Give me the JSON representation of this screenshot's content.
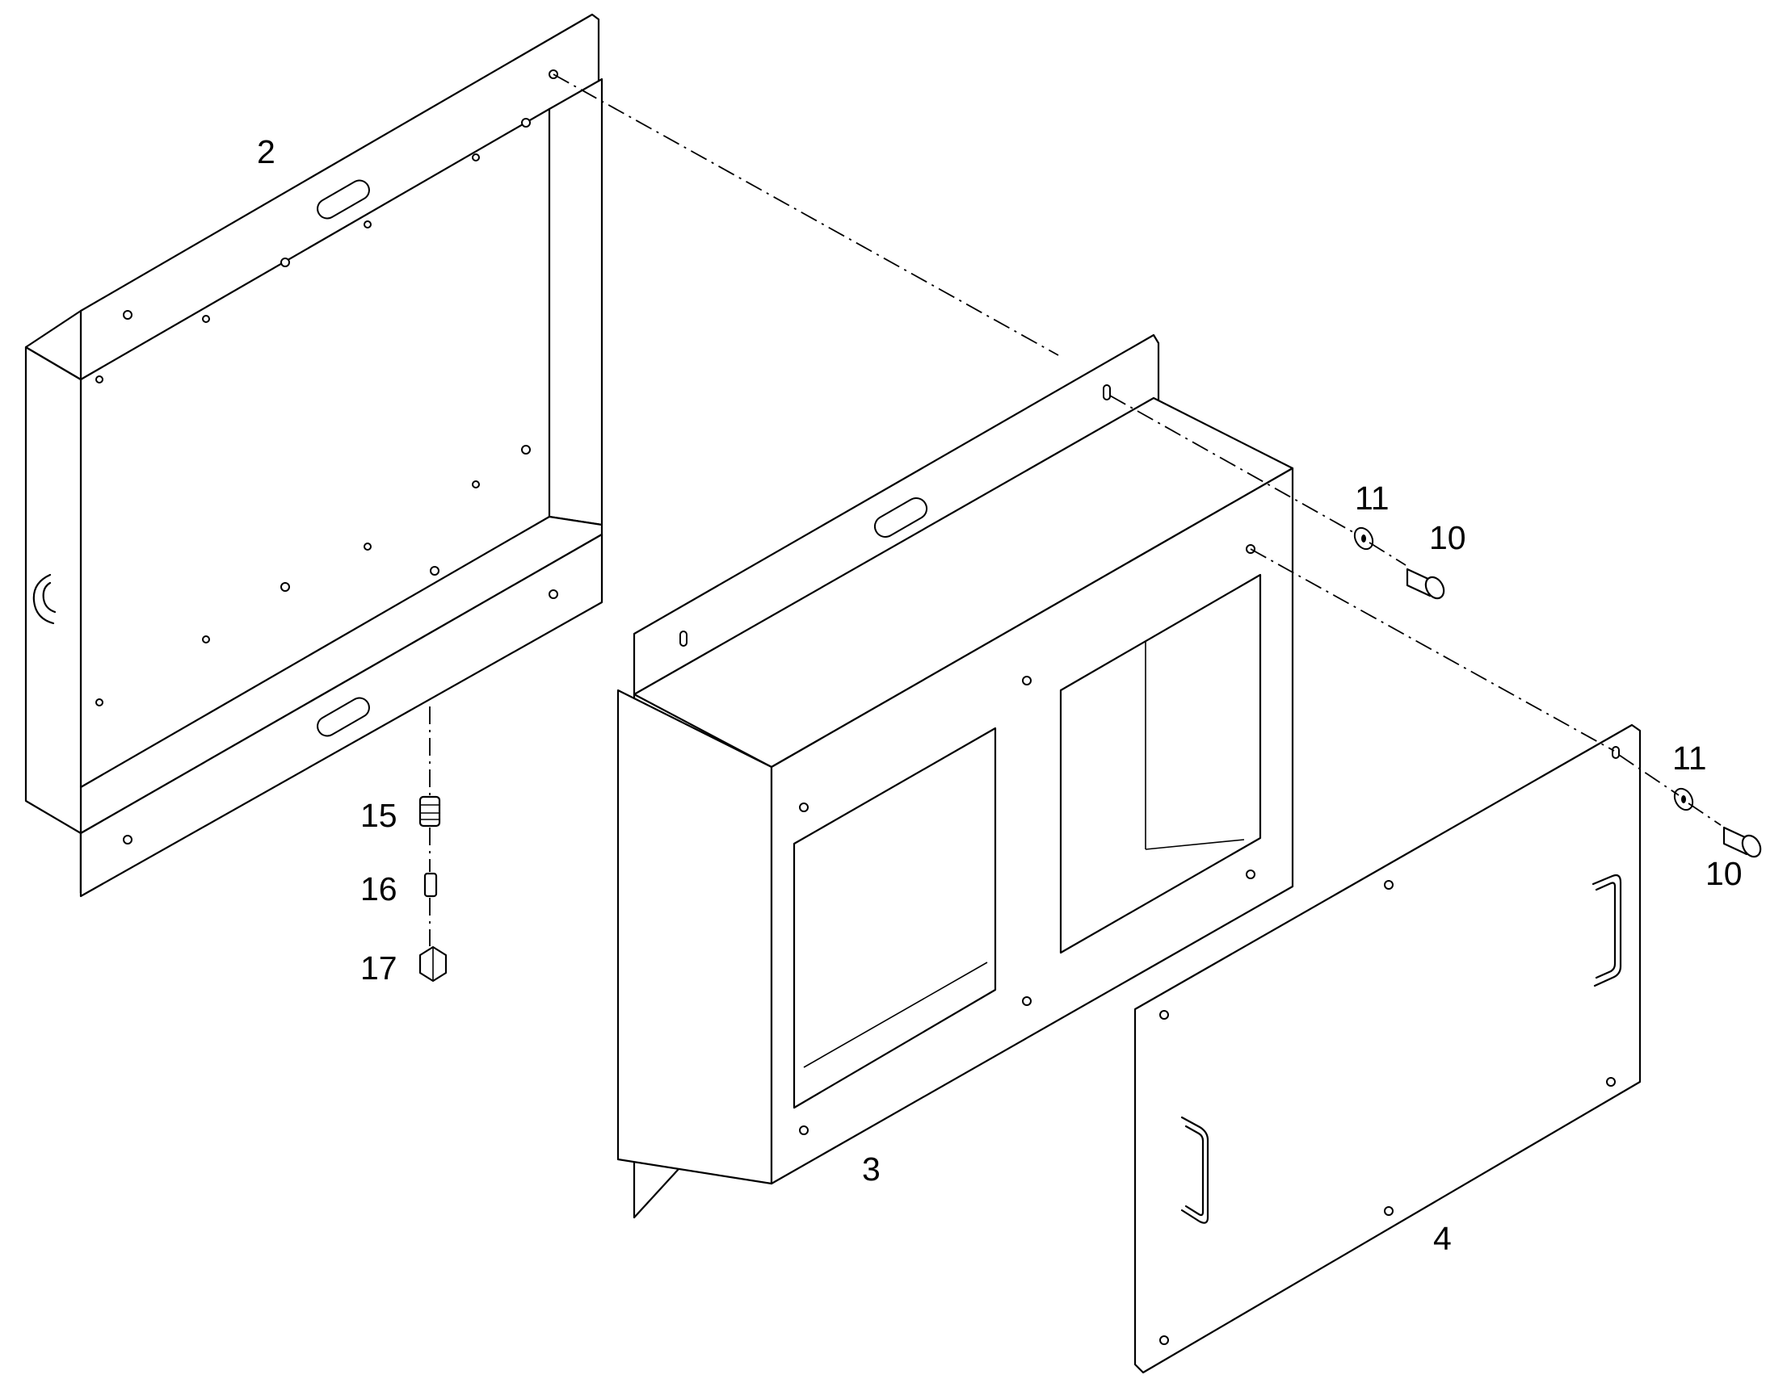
{
  "callouts": {
    "c2": "2",
    "c3": "3",
    "c4": "4",
    "c10a": "10",
    "c10b": "10",
    "c11a": "11",
    "c11b": "11",
    "c15": "15",
    "c16": "16",
    "c17": "17"
  }
}
